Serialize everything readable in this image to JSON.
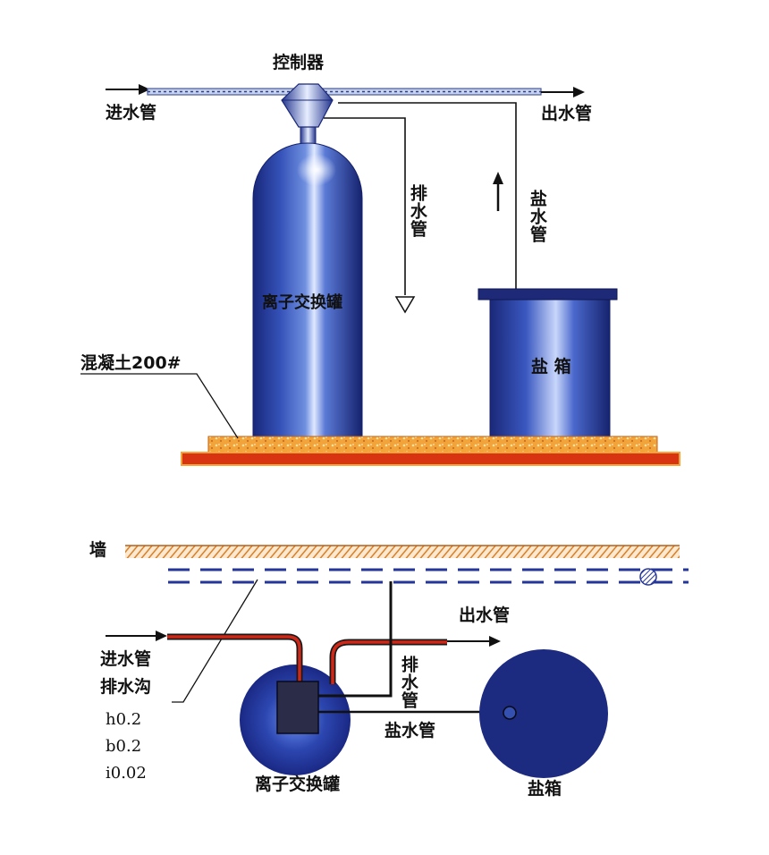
{
  "elevation": {
    "controller_label": "控制器",
    "inlet_label": "进水管",
    "outlet_label": "出水管",
    "drain_label": "排水管",
    "brine_label": "盐水管",
    "tank_label": "离子交换罐",
    "salt_box_label": "盐 箱",
    "foundation_label": "混凝土200#"
  },
  "plan": {
    "wall_label": "墙",
    "inlet_label": "进水管",
    "ditch_label": "排水沟",
    "ditch_specs": [
      "h0.2",
      "b0.2",
      "i0.02"
    ],
    "outlet_label": "出水管",
    "drain_label": "排水管",
    "brine_label": "盐水管",
    "tank_label": "离子交换罐",
    "salt_box_label": "盐箱"
  },
  "colors": {
    "salt_box_navy": "#1c2a80",
    "concrete_orange": "#f2a33a",
    "base_red": "#d83412",
    "pipe_red": "#d02818",
    "ditch_blue": "#24369a",
    "flange_navy": "#1e2a78"
  }
}
